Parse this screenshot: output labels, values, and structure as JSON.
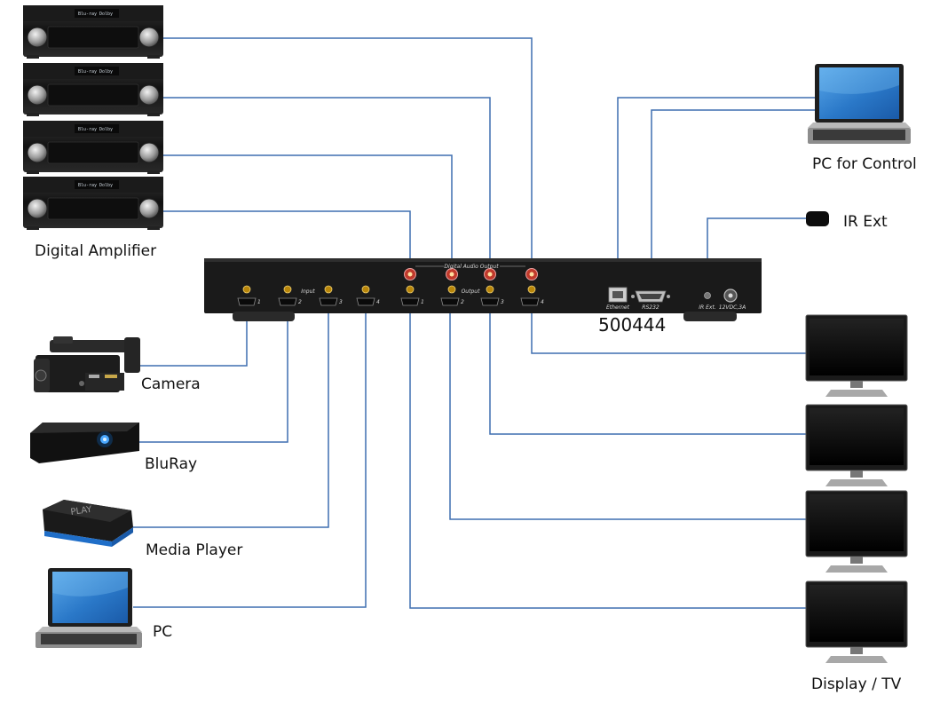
{
  "colors": {
    "wire": "#3f6fb0",
    "device": "#151515",
    "screen": "#2f86d6",
    "rca": "#c0392b",
    "gold": "#b8860b"
  },
  "icons": {
    "amplifiers": "amplifier-icon",
    "camera": "camcorder-icon",
    "bluray": "bluray-player-icon",
    "media_player": "media-player-icon",
    "pc": "laptop-icon",
    "pc_control": "laptop-icon",
    "ir_ext": "ir-receiver-icon",
    "displays": "monitor-icon"
  },
  "labels": {
    "digital_amplifier": "Digital Amplifier",
    "pc_for_control": "PC for Control",
    "ir_ext": "IR Ext",
    "camera": "Camera",
    "bluray": "BluRay",
    "media_player": "Media Player",
    "pc": "PC",
    "display_tv": "Display / TV",
    "model": "500444"
  },
  "device_panel": {
    "input_label": "Input",
    "output_label": "Output",
    "digital_audio_output": "Digital Audio Output",
    "ethernet": "Ethernet",
    "rs232": "RS232",
    "ir_ext": "IR Ext.",
    "power": "12VDC,3A",
    "port_numbers": [
      "1",
      "2",
      "3",
      "4"
    ]
  },
  "amplifier_display_text": [
    "Blu-ray",
    "Dolby"
  ]
}
